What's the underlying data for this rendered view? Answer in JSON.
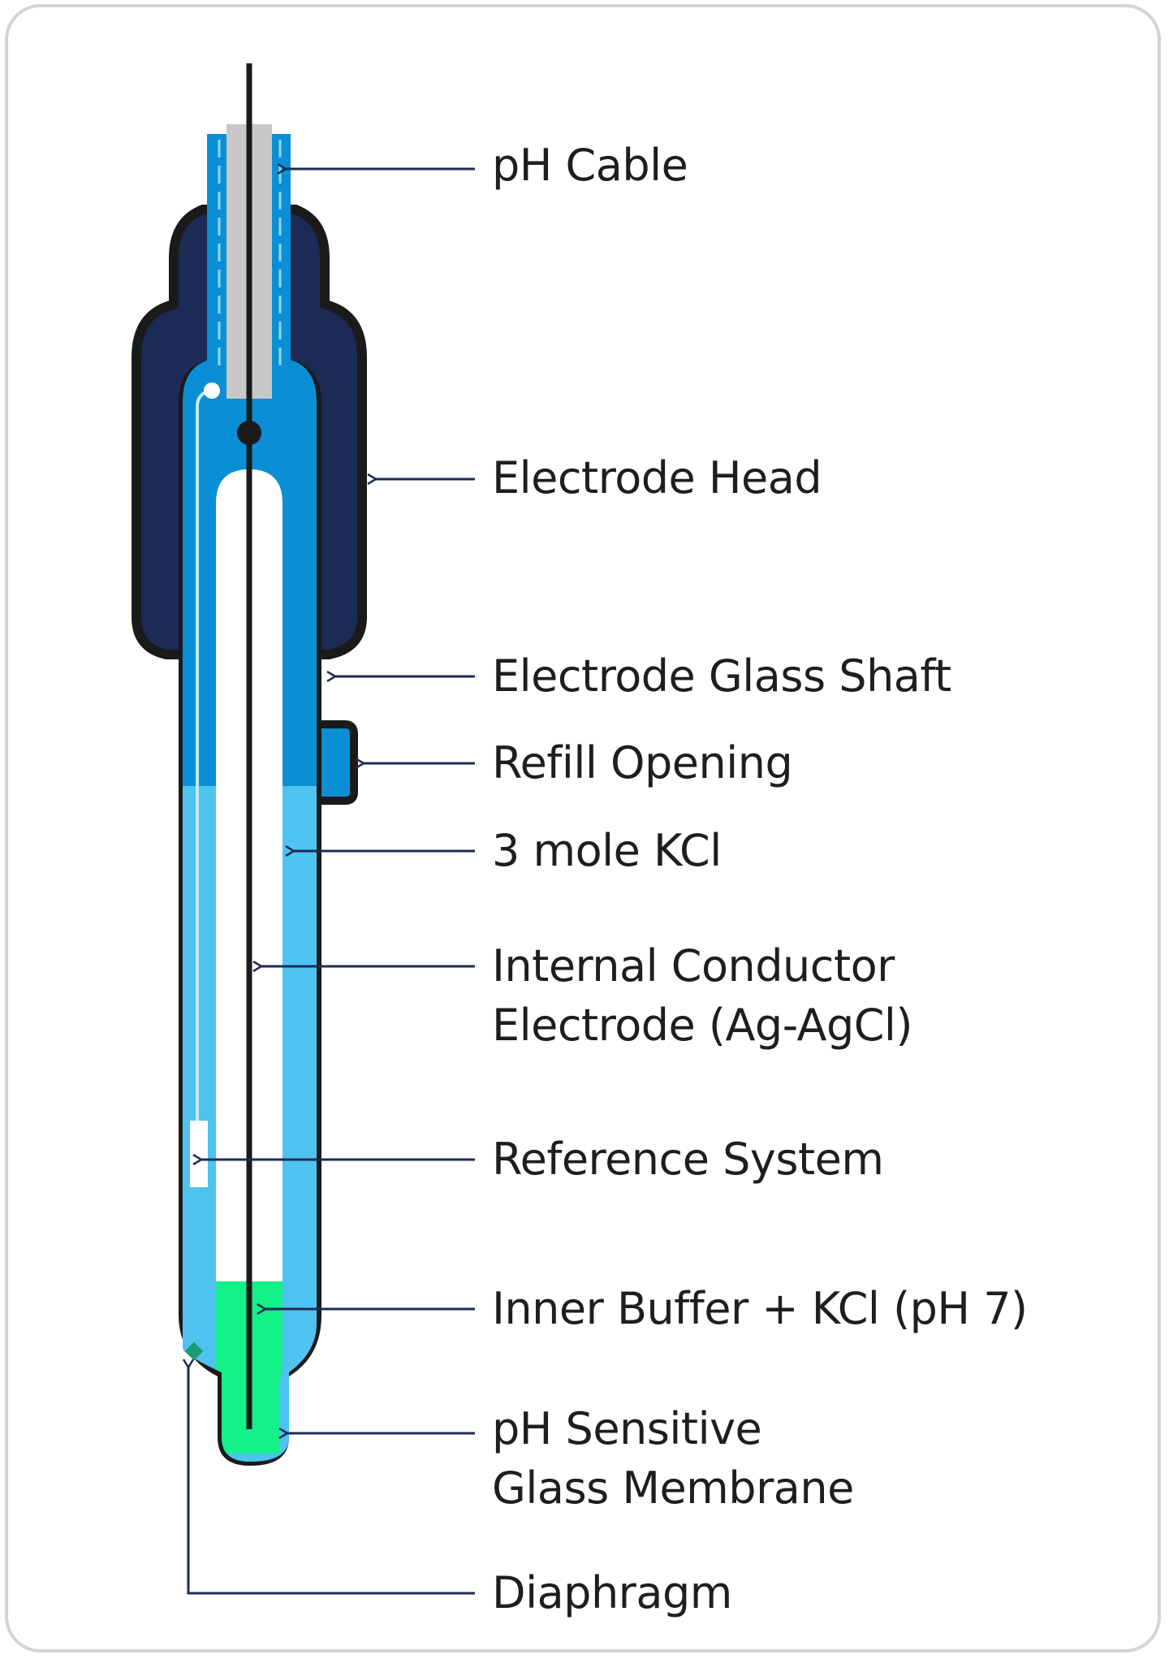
{
  "diagram": {
    "labels": {
      "ph_cable": "pH Cable",
      "electrode_head": "Electrode Head",
      "electrode_glass_shaft": "Electrode Glass Shaft",
      "refill_opening": "Refill Opening",
      "kcl_3mole": "3 mole KCl",
      "internal_conductor_line1": "Internal Conductor",
      "internal_conductor_line2": "Electrode (Ag-AgCl)",
      "reference_system": "Reference System",
      "inner_buffer": "Inner Buffer + KCl (pH 7)",
      "ph_sensitive_line1": "pH Sensitive",
      "ph_sensitive_line2": "Glass Membrane",
      "diaphragm": "Diaphragm"
    },
    "colors": {
      "head": "#1c2b55",
      "outline": "#1a1a1a",
      "shaft": "#0a8fd6",
      "kcl": "#4ec3f0",
      "buffer": "#14f08a",
      "cable_core": "#c8c8c8",
      "arrow": "#1c2b55",
      "diaphragm": "#1a9c78"
    }
  }
}
